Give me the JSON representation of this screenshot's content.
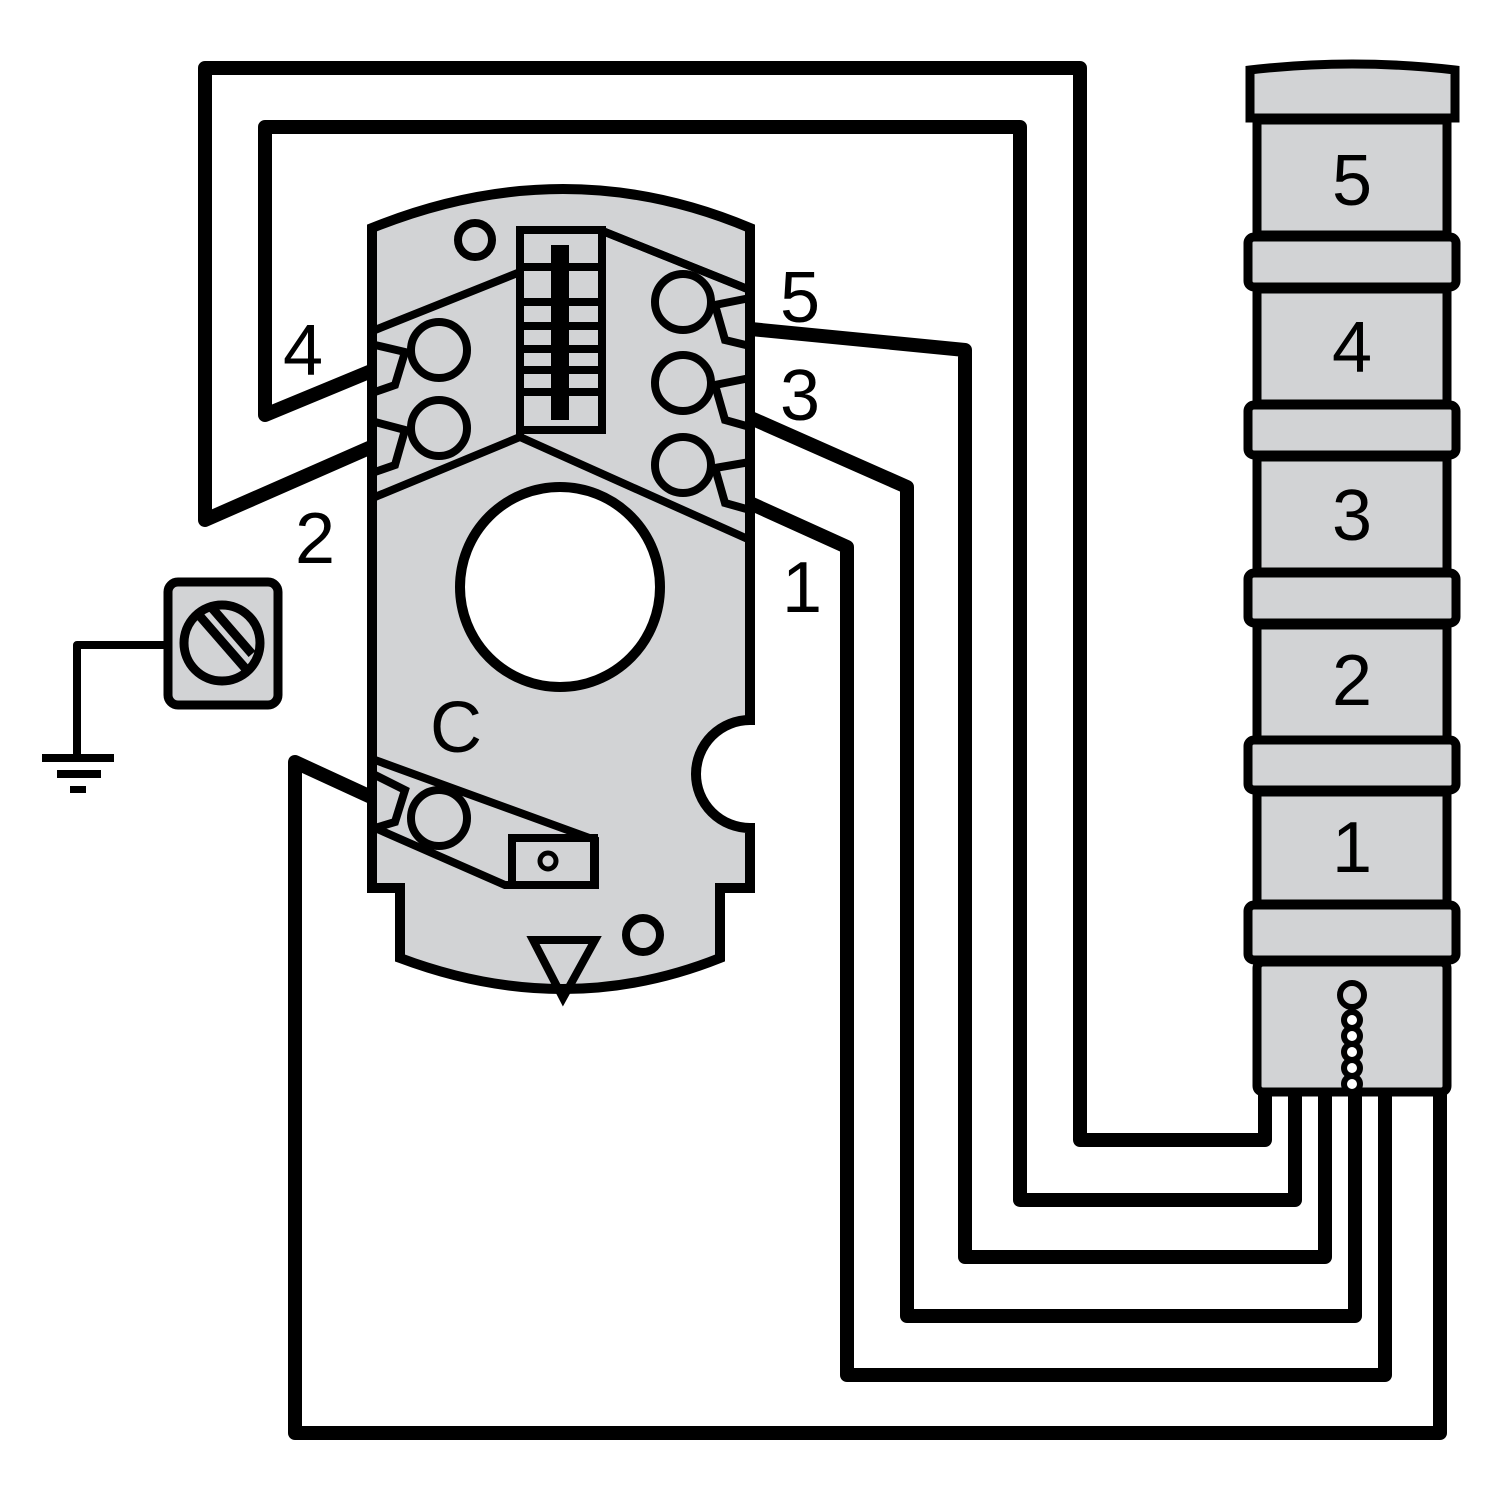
{
  "colors": {
    "background": "#ffffff",
    "component_fill": "#d2d3d5",
    "line": "#000000"
  },
  "switch": {
    "terminal_labels": {
      "t4": "4",
      "t2": "2",
      "t5": "5",
      "t3": "3",
      "t1": "1",
      "common": "C"
    }
  },
  "tower_light": {
    "tiers": [
      {
        "label": "5"
      },
      {
        "label": "4"
      },
      {
        "label": "3"
      },
      {
        "label": "2"
      },
      {
        "label": "1"
      }
    ]
  },
  "ground": {
    "icon": "ground-icon",
    "screw_icon": "screw-terminal-icon"
  }
}
